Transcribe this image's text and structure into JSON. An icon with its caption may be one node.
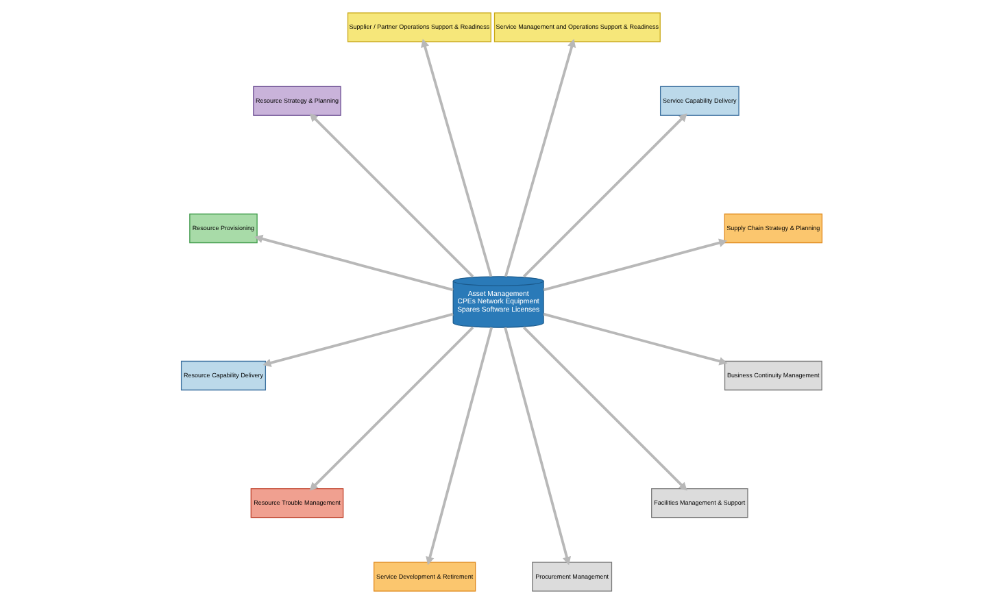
{
  "diagram": {
    "nodes": [
      {
        "text": [
          "Supply Chain Strategy & Planning"
        ]
      },
      {
        "text": [
          "Service Capability Delivery"
        ]
      },
      {
        "text": [
          "Service Management and Operations Support & Readiness"
        ]
      },
      {
        "text": [
          "Supplier / Partner Operations Support & Readiness"
        ]
      },
      {
        "text": [
          "Resource Strategy & Planning"
        ]
      },
      {
        "text": [
          "Asset Management",
          "CPEs Network Equipment",
          "Spares Software Licenses"
        ]
      },
      {
        "text": [
          "Resource Provisioning"
        ]
      },
      {
        "text": [
          "Resource Capability Delivery"
        ]
      },
      {
        "text": [
          "Resource Trouble Management"
        ]
      },
      {
        "text": [
          "Service Development & Retirement"
        ]
      },
      {
        "text": [
          "Procurement Management"
        ]
      },
      {
        "text": [
          "Facilities Management & Support"
        ]
      },
      {
        "text": [
          "Business Continuity Management"
        ]
      }
    ],
    "edges": [
      {
        "from": 5,
        "to": 0,
        "arrow": "to"
      },
      {
        "from": 5,
        "to": 1,
        "arrow": "to"
      },
      {
        "from": 5,
        "to": 2,
        "arrow": "to"
      },
      {
        "from": 5,
        "to": 3,
        "arrow": "to"
      },
      {
        "from": 5,
        "to": 4,
        "arrow": "to"
      },
      {
        "from": 5,
        "to": 6,
        "arrow": "to"
      },
      {
        "from": 5,
        "to": 7,
        "arrow": "to"
      },
      {
        "from": 5,
        "to": 8,
        "arrow": "to"
      },
      {
        "from": 5,
        "to": 9,
        "arrow": "to"
      },
      {
        "from": 5,
        "to": 10,
        "arrow": "to"
      },
      {
        "from": 5,
        "to": 11,
        "arrow": "to"
      },
      {
        "from": 5,
        "to": 12,
        "arrow": "to"
      }
    ]
  }
}
